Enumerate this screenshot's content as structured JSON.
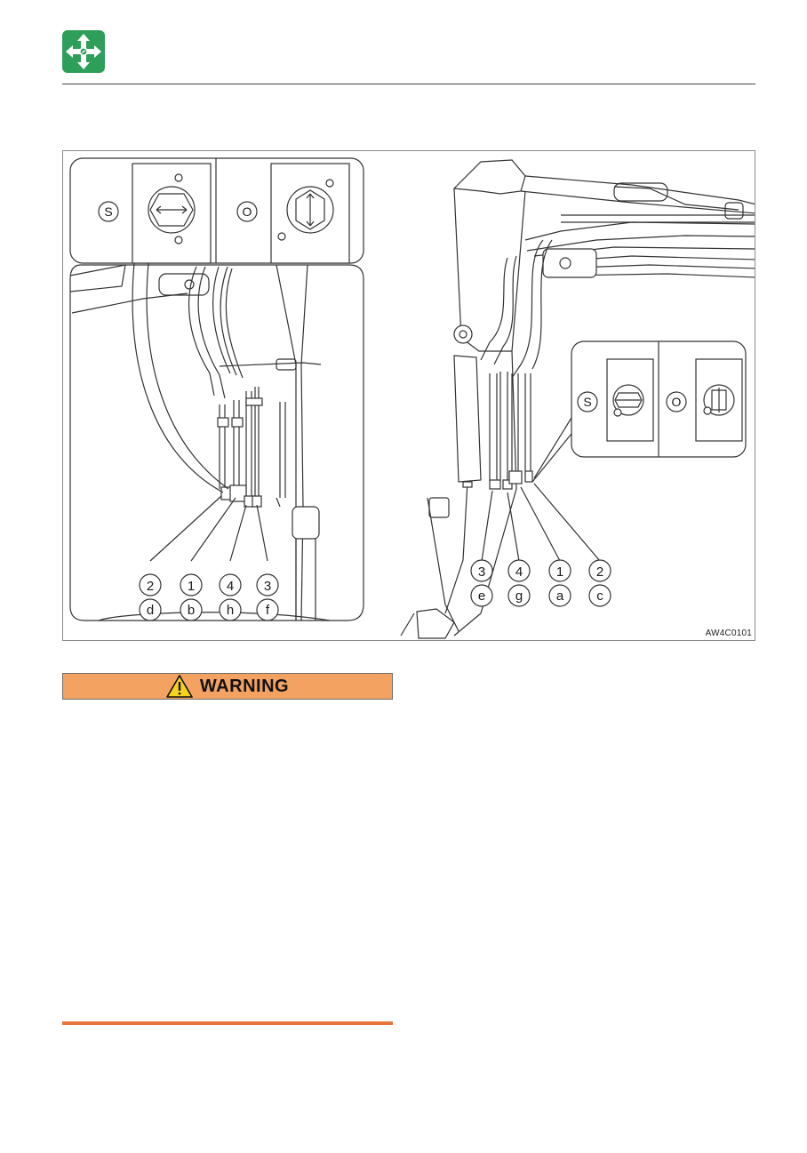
{
  "header": {
    "logo_icon": "move-arrows-icon",
    "logo_color": "#2e9e5b"
  },
  "figure": {
    "code": "AW4C0101",
    "left_inset": {
      "states": [
        "S",
        "O"
      ],
      "callouts": [
        {
          "num": "2",
          "letter": "d"
        },
        {
          "num": "1",
          "letter": "b"
        },
        {
          "num": "4",
          "letter": "h"
        },
        {
          "num": "3",
          "letter": "f"
        }
      ]
    },
    "right_view": {
      "states": [
        "S",
        "O"
      ],
      "callouts": [
        {
          "num": "3",
          "letter": "e"
        },
        {
          "num": "4",
          "letter": "g"
        },
        {
          "num": "1",
          "letter": "a"
        },
        {
          "num": "2",
          "letter": "c"
        }
      ]
    }
  },
  "warning": {
    "label": "WARNING",
    "icon": "warning-triangle-icon",
    "bar_color": "#f4a261"
  },
  "footer": {
    "rule_color": "#e8743b"
  }
}
